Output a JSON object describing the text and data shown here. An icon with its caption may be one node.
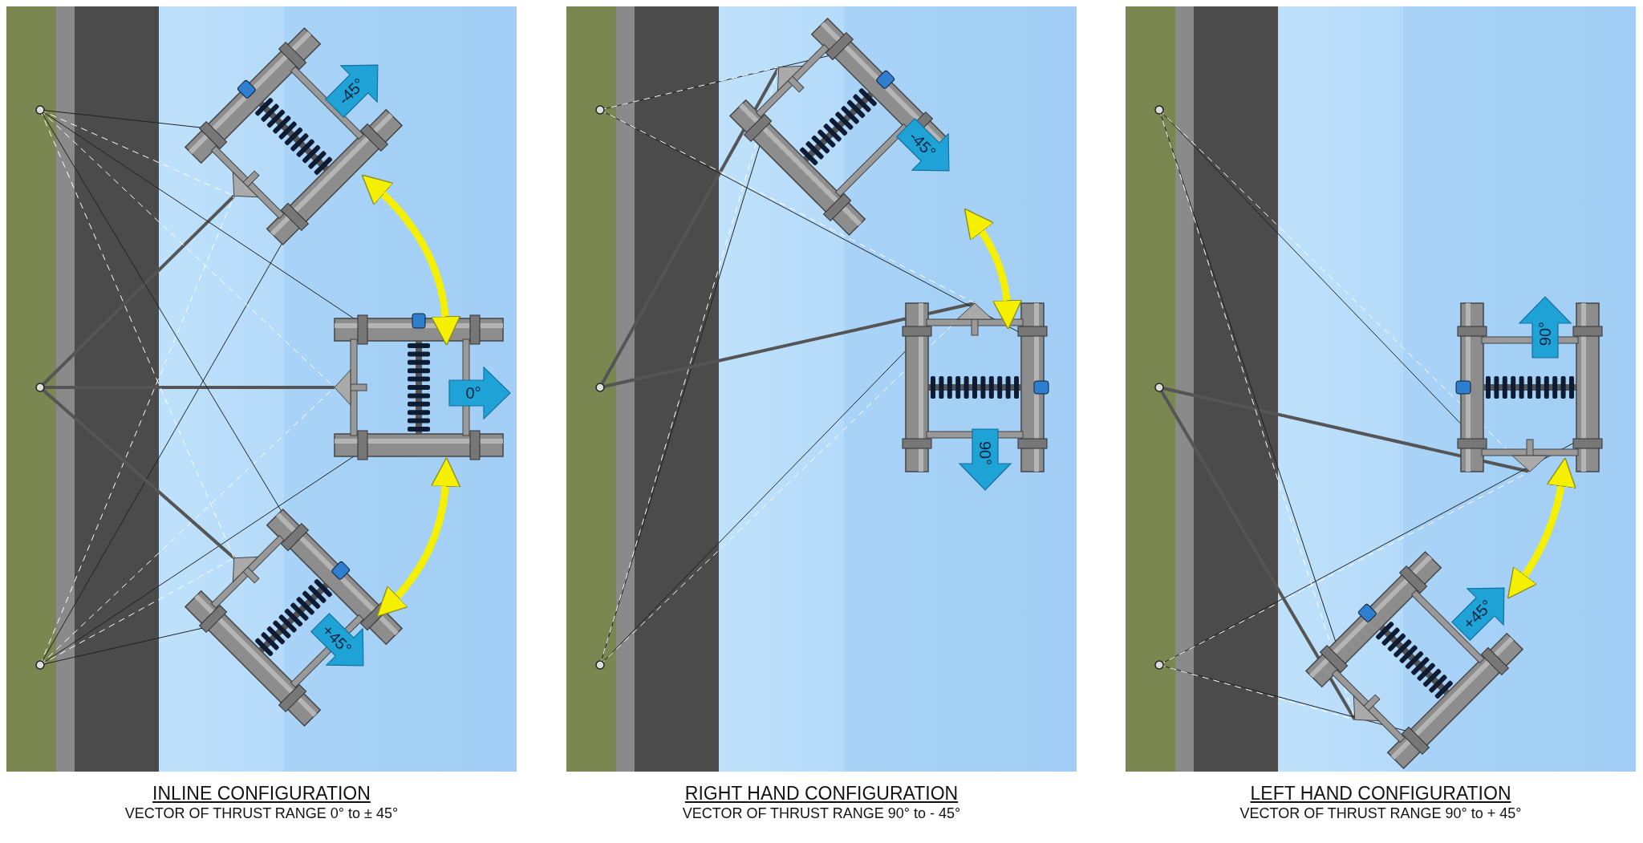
{
  "diagram": {
    "nodes": [
      {
        "text": [
          "INLINE CONFIGURATION",
          "VECTOR OF THRUST RANGE 0° to ± 45°"
        ]
      },
      {
        "text": [
          "-45°"
        ],
        "in": 0
      },
      {
        "text": [
          "0°"
        ],
        "in": 0
      },
      {
        "text": [
          "+45°"
        ],
        "in": 0
      },
      {
        "text": [
          "RIGHT HAND CONFIGURATION",
          "VECTOR OF THRUST RANGE 90° to - 45°"
        ]
      },
      {
        "text": [
          "-45°"
        ],
        "in": 4
      },
      {
        "text": [
          "90°"
        ],
        "in": 4
      },
      {
        "text": [
          "LEFT HAND CONFIGURATION",
          "VECTOR OF THRUST RANGE 90° to + 45°"
        ]
      },
      {
        "text": [
          "90°"
        ],
        "in": 7
      },
      {
        "text": [
          "+45°"
        ],
        "in": 7
      }
    ]
  }
}
